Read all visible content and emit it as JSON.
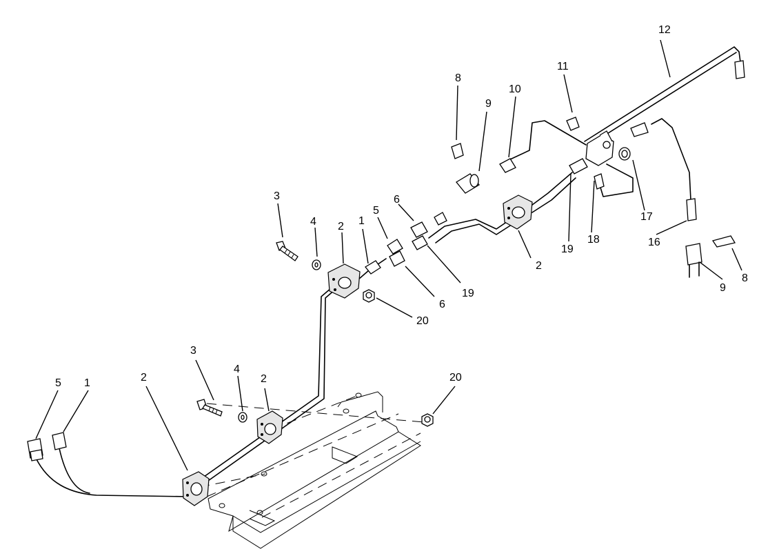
{
  "callouts": [
    {
      "id": "c12",
      "text": "12"
    },
    {
      "id": "c11",
      "text": "11"
    },
    {
      "id": "c10",
      "text": "10"
    },
    {
      "id": "c9a",
      "text": "9"
    },
    {
      "id": "c8a",
      "text": "8"
    },
    {
      "id": "c17",
      "text": "17"
    },
    {
      "id": "c18",
      "text": "18"
    },
    {
      "id": "c19a",
      "text": "19"
    },
    {
      "id": "c16",
      "text": "16"
    },
    {
      "id": "c9b",
      "text": "9"
    },
    {
      "id": "c8b",
      "text": "8"
    },
    {
      "id": "c3a",
      "text": "3"
    },
    {
      "id": "c4a",
      "text": "4"
    },
    {
      "id": "c2a",
      "text": "2"
    },
    {
      "id": "c1a",
      "text": "1"
    },
    {
      "id": "c5a",
      "text": "5"
    },
    {
      "id": "c6a",
      "text": "6"
    },
    {
      "id": "c6b",
      "text": "6"
    },
    {
      "id": "c19b",
      "text": "19"
    },
    {
      "id": "c20a",
      "text": "20"
    },
    {
      "id": "c2b",
      "text": "2"
    },
    {
      "id": "c3b",
      "text": "3"
    },
    {
      "id": "c4b",
      "text": "4"
    },
    {
      "id": "c2c",
      "text": "2"
    },
    {
      "id": "c2d",
      "text": "2"
    },
    {
      "id": "c5b",
      "text": "5"
    },
    {
      "id": "c1b",
      "text": "1"
    },
    {
      "id": "c20b",
      "text": "20"
    }
  ]
}
